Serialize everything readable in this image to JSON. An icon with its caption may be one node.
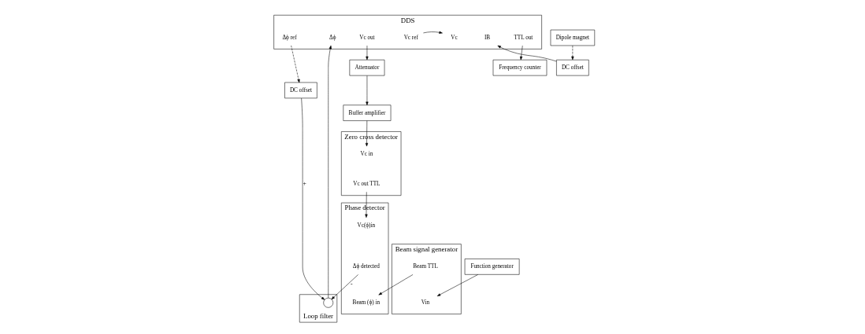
{
  "diagram": {
    "nodes": [
      {
        "text": [
          "DDS"
        ]
      },
      {
        "text": [
          "IB"
        ],
        "in": 0
      },
      {
        "text": [
          "Vc out"
        ],
        "in": 0
      },
      {
        "text": [
          "Vc ref"
        ],
        "in": 0
      },
      {
        "text": [
          "Vc"
        ],
        "in": 0
      },
      {
        "text": [
          "Δϕ ref"
        ],
        "in": 0
      },
      {
        "text": [
          "Δϕ"
        ],
        "in": 0
      },
      {
        "text": [
          "TTL out"
        ],
        "in": 0
      },
      {
        "text": [
          "Attenuator"
        ]
      },
      {
        "text": [
          "Buffer amplifier"
        ]
      },
      {
        "text": [
          "Zero cross detector"
        ]
      },
      {
        "text": [
          "Vc in"
        ],
        "in": 10
      },
      {
        "text": [
          "Vc out TTL"
        ],
        "in": 10
      },
      {
        "text": [
          "Phase detector"
        ]
      },
      {
        "text": [
          "Vc(ϕ)in"
        ],
        "in": 13
      },
      {
        "text": [
          "Δϕ detected"
        ],
        "in": 13
      },
      {
        "text": [
          "Beam (ϕ) in"
        ],
        "in": 13
      },
      {
        "text": [
          "DC offset"
        ]
      },
      {
        "text": [
          "Dipole magnet"
        ]
      },
      {
        "text": [
          "Function generator"
        ]
      },
      {
        "text": [
          "Beam signal generator"
        ]
      },
      {
        "text": [
          "Beam TTL"
        ],
        "in": 20
      },
      {
        "text": [
          "Vin"
        ],
        "in": 20
      },
      {
        "text": [
          "DC offset"
        ]
      },
      {
        "text": [
          "Loop filter"
        ]
      },
      {
        "text": [],
        "shape": "circle",
        "in": 24
      },
      {
        "text": [
          "Frequency counter"
        ]
      }
    ],
    "edges": [
      {
        "from": 17,
        "to": 1,
        "arrow": "to"
      },
      {
        "from": 18,
        "to": 17,
        "arrow": "to",
        "style": "dashed"
      },
      {
        "from": 2,
        "to": 8,
        "arrow": "to"
      },
      {
        "from": 8,
        "to": 9,
        "arrow": "to"
      },
      {
        "from": 9,
        "to": 11,
        "arrow": "to"
      },
      {
        "from": 12,
        "to": 14,
        "arrow": "to"
      },
      {
        "from": 3,
        "to": 4,
        "arrow": "to"
      },
      {
        "from": 5,
        "to": 23,
        "arrow": "to",
        "style": "dashed"
      },
      {
        "from": 23,
        "to": 25,
        "arrow": "to",
        "label": "+"
      },
      {
        "from": 15,
        "to": 25,
        "arrow": "to",
        "label": "-"
      },
      {
        "from": 25,
        "to": 6,
        "arrow": "to"
      },
      {
        "from": 7,
        "to": 26,
        "arrow": "to"
      },
      {
        "from": 19,
        "to": 22,
        "arrow": "to"
      },
      {
        "from": 21,
        "to": 16,
        "arrow": "to"
      }
    ]
  }
}
